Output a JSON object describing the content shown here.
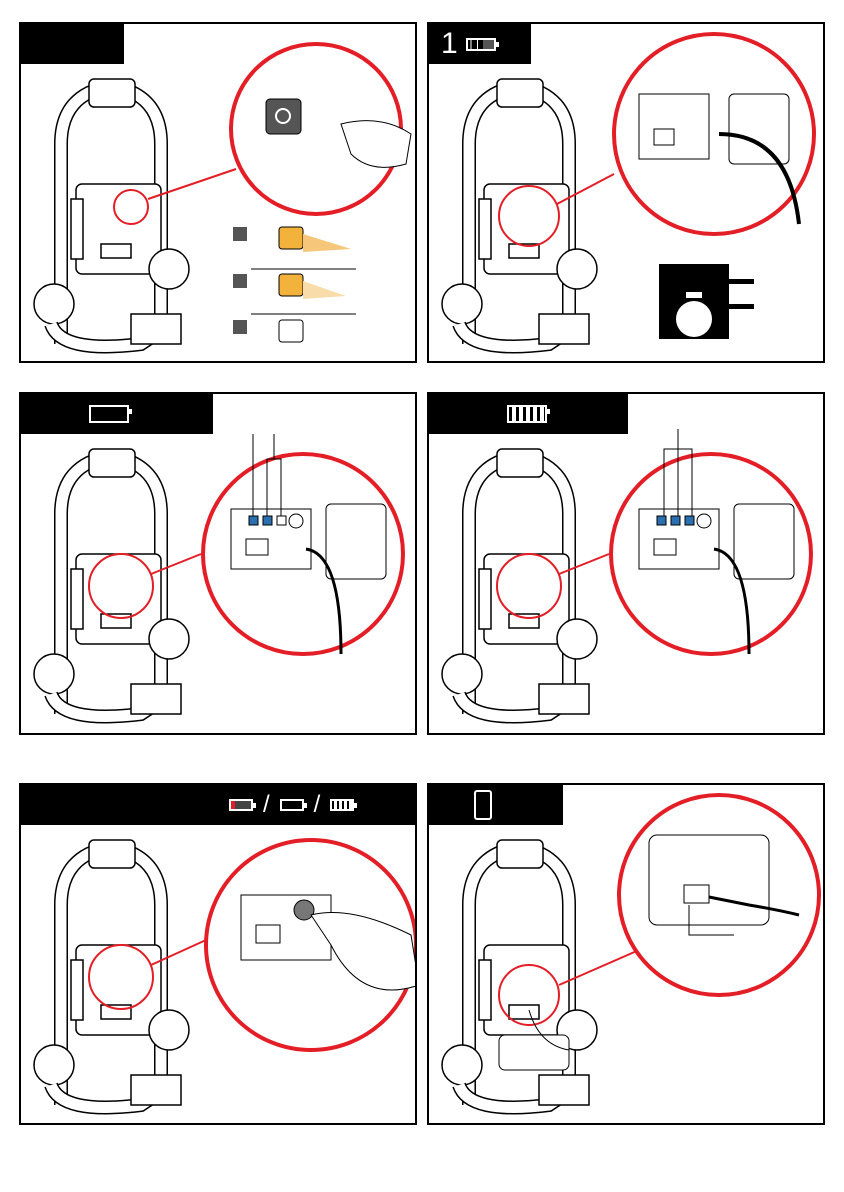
{
  "panels": [
    {
      "id": "power-on",
      "tab_label": ""
    },
    {
      "id": "charging-time",
      "tab_label": "1",
      "icon": "battery-partial-icon"
    },
    {
      "id": "charging",
      "tab_label": "",
      "icon": "battery-charging-icon"
    },
    {
      "id": "fully-charged",
      "tab_label": "",
      "icon": "battery-full-icon"
    },
    {
      "id": "battery-check",
      "tab_label": "",
      "icons": [
        "battery-low-icon",
        "battery-charging-icon",
        "battery-full-icon"
      ]
    },
    {
      "id": "powerbank",
      "tab_label": "",
      "icon": "smartphone-icon"
    }
  ],
  "colors": {
    "accent": "#e41e26",
    "ink": "#000000",
    "led": "#2a6fb0",
    "glow": "#f2b23c"
  }
}
